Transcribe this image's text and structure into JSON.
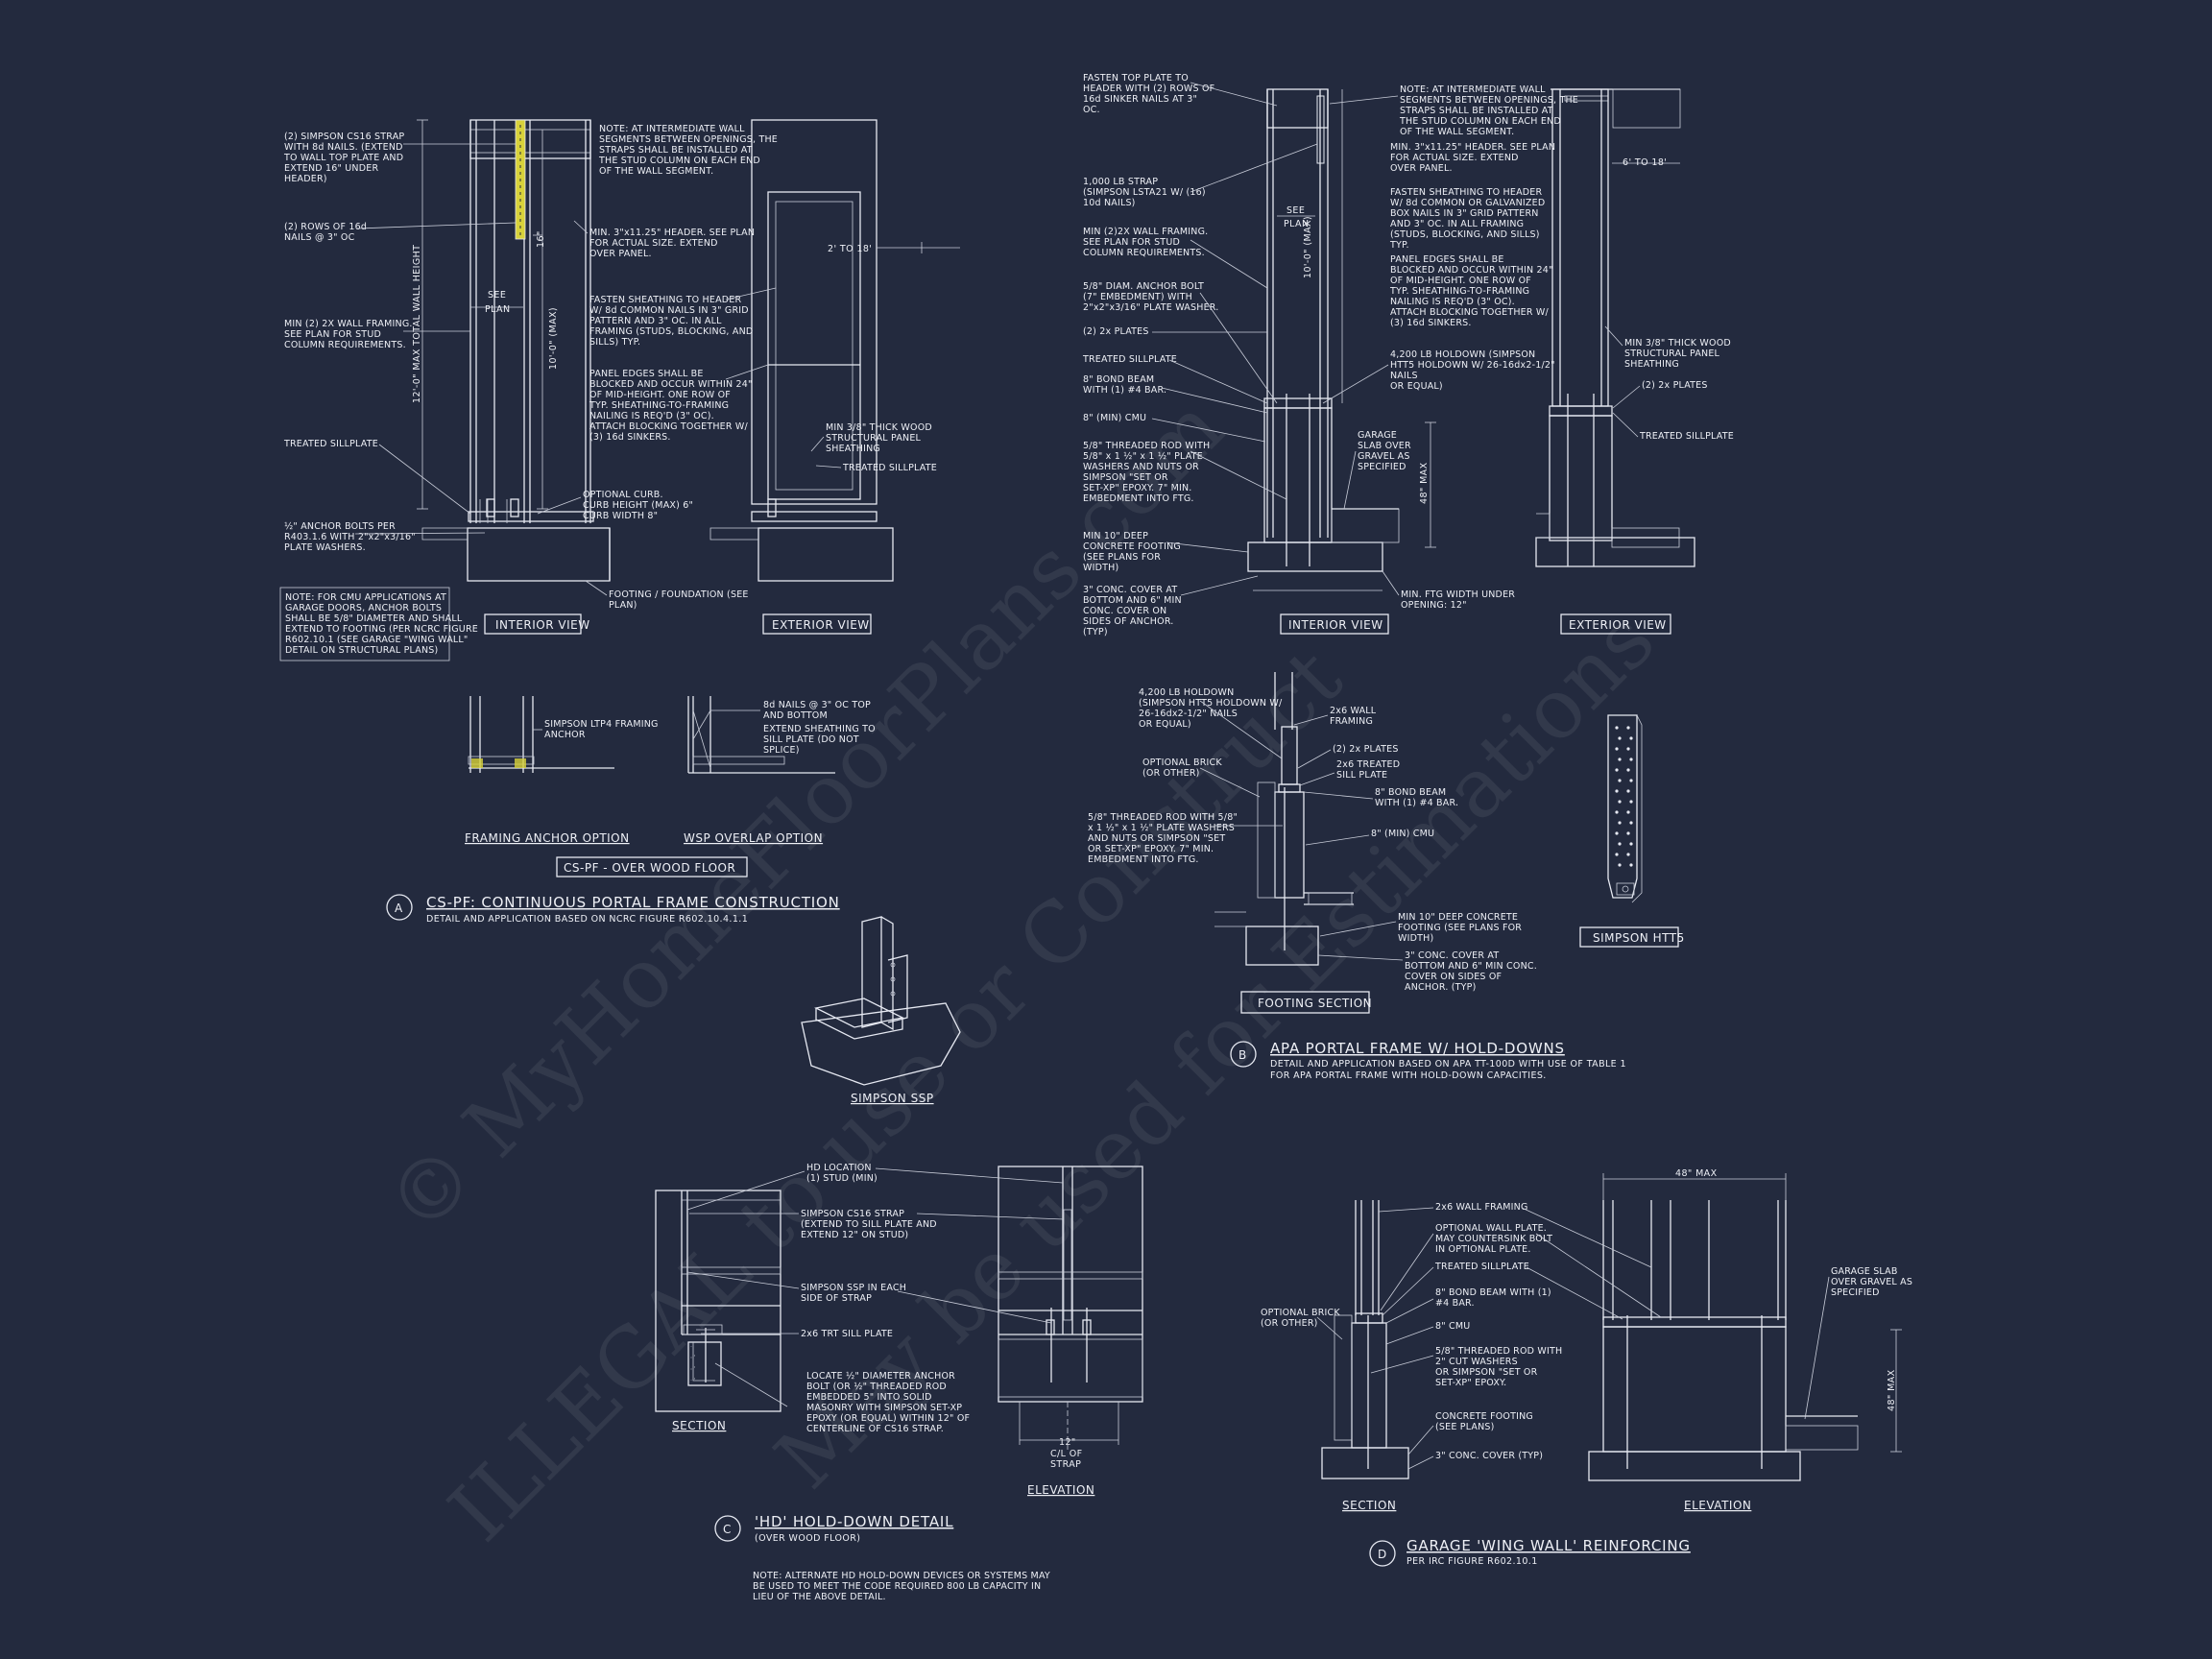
{
  "watermark": {
    "line1": "© MyHomeFloorPlans.com",
    "line2": "ILLEGAL to use or Construct",
    "line3": "May be used for Estimations"
  },
  "detail_a": {
    "marker": "A",
    "title": "CS-PF: CONTINUOUS PORTAL FRAME CONSTRUCTION",
    "subtitle": "DETAIL AND APPLICATION BASED ON NCRC FIGURE R602.10.4.1.1",
    "view_interior": "INTERIOR VIEW",
    "view_exterior": "EXTERIOR VIEW",
    "sub_label": "CS-PF - OVER WOOD FLOOR",
    "framing_anchor": "FRAMING ANCHOR OPTION",
    "wsp_overlap": "WSP OVERLAP OPTION",
    "notes": {
      "strap": [
        "(2) SIMPSON CS16 STRAP",
        "WITH 8d NAILS. (EXTEND",
        "TO WALL TOP PLATE AND",
        "EXTEND 16\" UNDER",
        "HEADER)"
      ],
      "nails": [
        "(2) ROWS OF 16d",
        "NAILS @ 3\" OC"
      ],
      "framing": [
        "MIN (2) 2X WALL FRAMING.",
        "SEE PLAN FOR STUD",
        "COLUMN REQUIREMENTS."
      ],
      "sill": [
        "TREATED SILLPLATE"
      ],
      "anchor": [
        "½\" ANCHOR BOLTS PER",
        "R403.1.6 WITH 2\"x2\"x3/16\"",
        "PLATE WASHERS."
      ],
      "intermediate": [
        "NOTE: AT INTERMEDIATE WALL",
        "SEGMENTS BETWEEN OPENINGS, THE",
        "STRAPS SHALL BE INSTALLED AT",
        "THE STUD COLUMN ON EACH END",
        "OF THE WALL SEGMENT."
      ],
      "header": [
        "MIN. 3\"x11.25\" HEADER. SEE PLAN",
        "FOR ACTUAL SIZE. EXTEND",
        "OVER PANEL."
      ],
      "fasten": [
        "FASTEN SHEATHING TO HEADER",
        "W/ 8d COMMON NAILS IN 3\" GRID",
        "PATTERN AND 3\" OC. IN ALL",
        "FRAMING (STUDS, BLOCKING, AND",
        "SILLS) TYP."
      ],
      "panel": [
        "PANEL EDGES SHALL BE",
        "BLOCKED AND OCCUR WITHIN 24\"",
        "OF MID-HEIGHT. ONE ROW OF",
        "TYP. SHEATHING-TO-FRAMING",
        "NAILING IS REQ'D (3\" OC).",
        "ATTACH BLOCKING TOGETHER W/",
        "(3) 16d SINKERS."
      ],
      "curb": [
        "OPTIONAL CURB.",
        "CURB HEIGHT (MAX) 6\"",
        "CURB WIDTH 8\""
      ],
      "footing": [
        "FOOTING / FOUNDATION (SEE",
        "PLAN)"
      ],
      "cmu": [
        "NOTE: FOR CMU APPLICATIONS AT",
        "GARAGE DOORS, ANCHOR BOLTS",
        "SHALL BE 5/8\" DIAMETER AND SHALL",
        "EXTEND TO FOOTING (PER NCRC FIGURE",
        "R602.10.1 (SEE GARAGE \"WING WALL\"",
        "DETAIL ON STRUCTURAL PLANS)"
      ],
      "osb": [
        "MIN 3/8\" THICK WOOD",
        "STRUCTURAL PANEL",
        "SHEATHING"
      ],
      "sill_ext": [
        "TREATED SILLPLATE"
      ],
      "ltp4": [
        "SIMPSON LTP4 FRAMING",
        "ANCHOR"
      ],
      "nails8d": [
        "8d NAILS @ 3\" OC TOP",
        "AND BOTTOM"
      ],
      "extend": [
        "EXTEND SHEATHING TO",
        "SILL PLATE (DO NOT",
        "SPLICE)"
      ]
    },
    "dims": {
      "total": "12'-0\" MAX TOTAL WALL HEIGHT",
      "wall": "10'-0\" (MAX)",
      "see": "SEE",
      "plan": "PLAN",
      "span": "2' TO 18'",
      "h16": "16\""
    }
  },
  "detail_b": {
    "marker": "B",
    "title": "APA PORTAL FRAME W/ HOLD-DOWNS",
    "subtitle1": "DETAIL AND APPLICATION BASED ON APA TT-100D WITH USE OF TABLE 1",
    "subtitle2": "FOR APA PORTAL FRAME WITH HOLD-DOWN CAPACITIES.",
    "view_interior": "INTERIOR VIEW",
    "view_exterior": "EXTERIOR VIEW",
    "footing_section": "FOOTING SECTION",
    "htt5": "SIMPSON HTT5",
    "ssp": "SIMPSON SSP",
    "notes": {
      "fasten_top": [
        "FASTEN TOP PLATE TO",
        "HEADER WITH (2) ROWS OF",
        "16d SINKER NAILS AT 3\"",
        "OC."
      ],
      "strap1000": [
        "1,000 LB STRAP",
        "(SIMPSON LSTA21 W/ (16)",
        "10d NAILS)"
      ],
      "framing": [
        "MIN (2)2X WALL FRAMING.",
        "SEE PLAN FOR STUD",
        "COLUMN REQUIREMENTS."
      ],
      "anchor": [
        "5/8\" DIAM. ANCHOR BOLT",
        "(7\" EMBEDMENT) WITH",
        "2\"x2\"x3/16\" PLATE WASHER."
      ],
      "plates": [
        "(2) 2x PLATES"
      ],
      "sill": [
        "TREATED SILLPLATE"
      ],
      "bond": [
        "8\" BOND BEAM",
        "WITH (1) #4 BAR."
      ],
      "cmu": [
        "8\" (MIN) CMU"
      ],
      "rod": [
        "5/8\" THREADED ROD WITH",
        "5/8\" x 1 ½\" x 1 ½\" PLATE",
        "WASHERS AND NUTS OR",
        "SIMPSON \"SET OR",
        "SET-XP\" EPOXY. 7\" MIN.",
        "EMBEDMENT INTO FTG."
      ],
      "footing": [
        "MIN 10\" DEEP",
        "CONCRETE FOOTING",
        "(SEE PLANS FOR",
        "WIDTH)"
      ],
      "cover": [
        "3\" CONC. COVER AT",
        "BOTTOM AND 6\" MIN",
        "CONC. COVER ON",
        "SIDES OF ANCHOR.",
        "(TYP)"
      ],
      "intermediate": [
        "NOTE: AT INTERMEDIATE WALL",
        "SEGMENTS BETWEEN OPENINGS, THE",
        "STRAPS SHALL BE INSTALLED AT",
        "THE STUD COLUMN ON EACH END",
        "OF THE WALL SEGMENT."
      ],
      "header": [
        "MIN. 3\"x11.25\" HEADER. SEE PLAN",
        "FOR ACTUAL SIZE. EXTEND",
        "OVER PANEL."
      ],
      "fasten": [
        "FASTEN SHEATHING TO HEADER",
        "W/ 8d COMMON OR GALVANIZED",
        "BOX NAILS IN 3\" GRID PATTERN",
        "AND 3\" OC. IN ALL FRAMING",
        "(STUDS, BLOCKING, AND SILLS)",
        "TYP."
      ],
      "panel": [
        "PANEL EDGES SHALL BE",
        "BLOCKED AND OCCUR WITHIN 24\"",
        "OF MID-HEIGHT. ONE ROW OF",
        "TYP. SHEATHING-TO-FRAMING",
        "NAILING IS REQ'D (3\" OC).",
        "ATTACH BLOCKING TOGETHER W/",
        "(3) 16d SINKERS."
      ],
      "holdown": [
        "4,200 LB HOLDOWN (SIMPSON",
        "HTT5 HOLDOWN W/ 26-16dx2-1/2\"",
        "NAILS",
        "OR EQUAL)"
      ],
      "garage": [
        "GARAGE",
        "SLAB OVER",
        "GRAVEL AS",
        "SPECIFIED"
      ],
      "minftg": [
        "MIN. FTG WIDTH UNDER",
        "OPENING: 12\""
      ],
      "osb": [
        "MIN 3/8\" THICK WOOD",
        "STRUCTURAL PANEL",
        "SHEATHING"
      ],
      "plates_ext": [
        "(2) 2x PLATES"
      ],
      "sill_ext": [
        "TREATED SILLPLATE"
      ],
      "fs_holdown": [
        "4,200 LB HOLDOWN",
        "(SIMPSON HTT5 HOLDOWN W/",
        "26-16dx2-1/2\" NAILS",
        "OR EQUAL)"
      ],
      "fs_framing": [
        "2x6 WALL",
        "FRAMING"
      ],
      "fs_plates": [
        "(2) 2x PLATES"
      ],
      "fs_treated": [
        "2x6 TREATED",
        "SILL PLATE"
      ],
      "fs_brick": [
        "OPTIONAL BRICK",
        "(OR OTHER)"
      ],
      "fs_bond": [
        "8\" BOND BEAM",
        "WITH (1) #4 BAR."
      ],
      "fs_rod": [
        "5/8\" THREADED ROD WITH 5/8\"",
        "x 1 ½\" x 1 ½\" PLATE WASHERS",
        "AND NUTS OR SIMPSON \"SET",
        "OR SET-XP\" EPOXY. 7\" MIN.",
        "EMBEDMENT INTO FTG."
      ],
      "fs_cmu": [
        "8\" (MIN) CMU"
      ],
      "fs_footing": [
        "MIN 10\" DEEP CONCRETE",
        "FOOTING (SEE PLANS FOR",
        "WIDTH)"
      ],
      "fs_cover": [
        "3\" CONC. COVER AT",
        "BOTTOM AND 6\" MIN CONC.",
        "COVER ON SIDES OF",
        "ANCHOR. (TYP)"
      ]
    },
    "dims": {
      "wall": "10'-0\" (MAX)",
      "see": "SEE",
      "plan": "PLAN",
      "span": "6' TO 18'",
      "max48": "48\" MAX"
    }
  },
  "detail_c": {
    "marker": "C",
    "title": "'HD' HOLD-DOWN DETAIL",
    "subtitle": "(OVER WOOD FLOOR)",
    "section": "SECTION",
    "elevation": "ELEVATION",
    "notes": {
      "hd": [
        "HD LOCATION",
        "(1) STUD (MIN)"
      ],
      "cs16": [
        "SIMPSON CS16 STRAP",
        "(EXTEND TO SILL PLATE AND",
        "EXTEND 12\" ON STUD)"
      ],
      "ssp": [
        "SIMPSON SSP IN EACH",
        "SIDE OF STRAP"
      ],
      "sill": [
        "2x6 TRT SILL PLATE"
      ],
      "locate": [
        "LOCATE ½\" DIAMETER ANCHOR",
        "BOLT (OR ½\" THREADED ROD",
        "EMBEDDED 5\" INTO SOLID",
        "MASONRY WITH SIMPSON SET-XP",
        "EPOXY (OR EQUAL) WITHIN 12\" OF",
        "CENTERLINE OF CS16 STRAP."
      ],
      "bottom": [
        "NOTE: ALTERNATE HD HOLD-DOWN DEVICES OR SYSTEMS MAY",
        "BE USED TO MEET THE CODE REQUIRED 800 LB CAPACITY IN",
        "LIEU OF THE ABOVE DETAIL."
      ]
    },
    "dims": {
      "d12": "12\"",
      "cl": "C/L OF",
      "strap": "STRAP"
    }
  },
  "detail_d": {
    "marker": "D",
    "title": "GARAGE 'WING WALL' REINFORCING",
    "subtitle": "PER IRC FIGURE R602.10.1",
    "section": "SECTION",
    "elevation": "ELEVATION",
    "notes": {
      "framing": [
        "2x6 WALL FRAMING"
      ],
      "optional_plate": [
        "OPTIONAL WALL PLATE.",
        "MAY COUNTERSINK BOLT",
        "IN OPTIONAL PLATE."
      ],
      "treated": [
        "TREATED SILLPLATE"
      ],
      "bond": [
        "8\" BOND BEAM WITH (1)",
        "#4 BAR."
      ],
      "cmu": [
        "8\" CMU"
      ],
      "rod": [
        "5/8\" THREADED ROD WITH",
        "2\" CUT WASHERS",
        "OR SIMPSON \"SET OR",
        "SET-XP\" EPOXY."
      ],
      "footing": [
        "CONCRETE FOOTING",
        "(SEE PLANS)"
      ],
      "cover": [
        "3\" CONC. COVER (TYP)"
      ],
      "brick": [
        "OPTIONAL BRICK",
        "(OR OTHER)"
      ],
      "garage": [
        "GARAGE SLAB",
        "OVER GRAVEL AS",
        "SPECIFIED"
      ]
    },
    "dims": {
      "top48": "48\" MAX",
      "side48": "48\" MAX"
    }
  }
}
